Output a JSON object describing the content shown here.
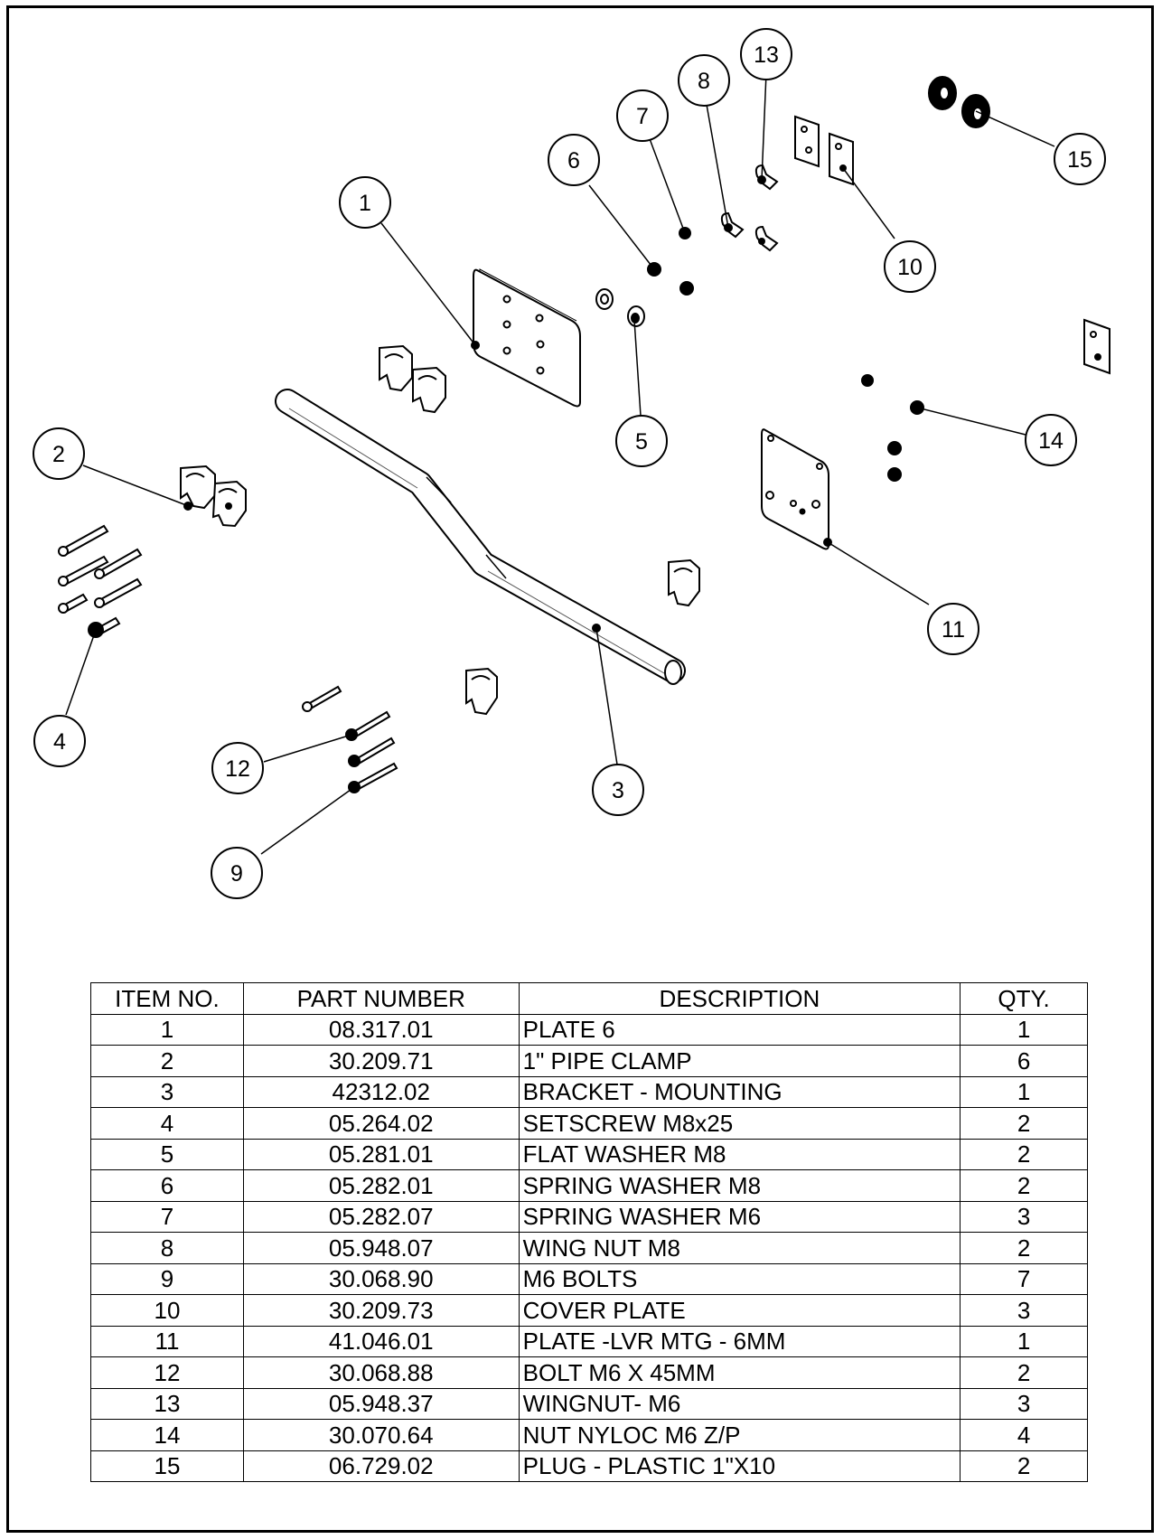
{
  "balloons": [
    {
      "label": "1",
      "part": "plate"
    },
    {
      "label": "2",
      "part": "pipe-clamp"
    },
    {
      "label": "3",
      "part": "bracket-pipe"
    },
    {
      "label": "4",
      "part": "setscrew"
    },
    {
      "label": "5",
      "part": "flat-washer"
    },
    {
      "label": "6",
      "part": "spring-washer-m8"
    },
    {
      "label": "7",
      "part": "spring-washer-m6"
    },
    {
      "label": "8",
      "part": "wing-nut-m8"
    },
    {
      "label": "9",
      "part": "m6-bolt"
    },
    {
      "label": "10",
      "part": "cover-plate"
    },
    {
      "label": "11",
      "part": "lvr-mtg-plate"
    },
    {
      "label": "12",
      "part": "bolt-m6x45"
    },
    {
      "label": "13",
      "part": "wingnut-m6"
    },
    {
      "label": "14",
      "part": "nyloc-nut"
    },
    {
      "label": "15",
      "part": "plastic-plug"
    }
  ],
  "bom": {
    "headers": {
      "item": "ITEM NO.",
      "part": "PART NUMBER",
      "desc": "DESCRIPTION",
      "qty": "QTY."
    },
    "rows": [
      {
        "item": "1",
        "part": "08.317.01",
        "desc": "PLATE 6",
        "qty": "1"
      },
      {
        "item": "2",
        "part": "30.209.71",
        "desc": "1\" PIPE CLAMP",
        "qty": "6"
      },
      {
        "item": "3",
        "part": "42312.02",
        "desc": "BRACKET - MOUNTING",
        "qty": "1"
      },
      {
        "item": "4",
        "part": "05.264.02",
        "desc": "SETSCREW M8x25",
        "qty": "2"
      },
      {
        "item": "5",
        "part": "05.281.01",
        "desc": "FLAT WASHER M8",
        "qty": "2"
      },
      {
        "item": "6",
        "part": "05.282.01",
        "desc": "SPRING WASHER M8",
        "qty": "2"
      },
      {
        "item": "7",
        "part": "05.282.07",
        "desc": "SPRING WASHER M6",
        "qty": "3"
      },
      {
        "item": "8",
        "part": "05.948.07",
        "desc": "WING NUT M8",
        "qty": "2"
      },
      {
        "item": "9",
        "part": "30.068.90",
        "desc": "M6 BOLTS",
        "qty": "7"
      },
      {
        "item": "10",
        "part": "30.209.73",
        "desc": "COVER PLATE",
        "qty": "3"
      },
      {
        "item": "11",
        "part": "41.046.01",
        "desc": "PLATE -LVR MTG - 6MM",
        "qty": "1"
      },
      {
        "item": "12",
        "part": "30.068.88",
        "desc": "BOLT M6 X 45MM",
        "qty": "2"
      },
      {
        "item": "13",
        "part": "05.948.37",
        "desc": "WINGNUT- M6",
        "qty": "3"
      },
      {
        "item": "14",
        "part": "30.070.64",
        "desc": "NUT NYLOC M6 Z/P",
        "qty": "4"
      },
      {
        "item": "15",
        "part": "06.729.02",
        "desc": "PLUG - PLASTIC 1\"X10",
        "qty": "2"
      }
    ]
  }
}
